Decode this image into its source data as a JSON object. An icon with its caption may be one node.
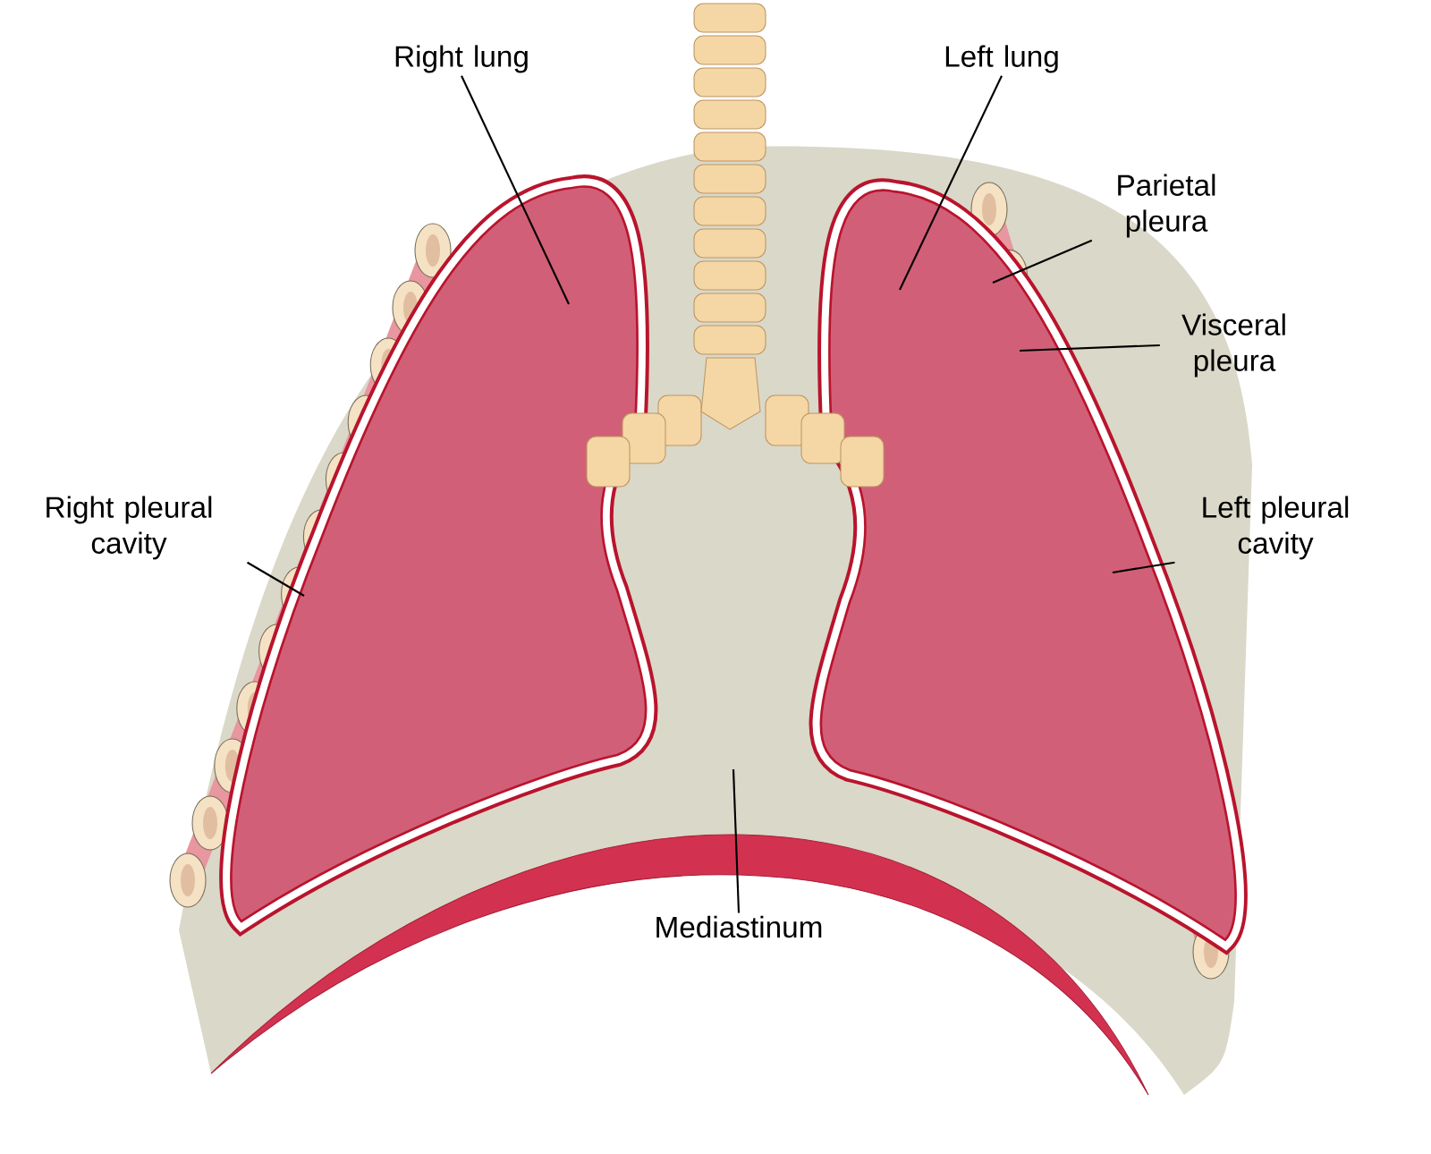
{
  "diagram": {
    "nodes": [
      {
        "text": [
          "Right lung"
        ]
      },
      {
        "text": [
          "Left lung"
        ]
      },
      {
        "text": [
          "Parietal pleura"
        ]
      },
      {
        "text": [
          "Visceral pleura"
        ]
      },
      {
        "text": [
          "Right pleural cavity"
        ]
      },
      {
        "text": [
          "Left pleural cavity"
        ]
      },
      {
        "text": [
          "Mediastinum"
        ]
      }
    ],
    "edges": [
      {
        "from": 0,
        "to": null,
        "arrow": "none"
      },
      {
        "from": 1,
        "to": null,
        "arrow": "none"
      },
      {
        "from": 2,
        "to": null,
        "arrow": "none"
      },
      {
        "from": 3,
        "to": null,
        "arrow": "none"
      },
      {
        "from": 4,
        "to": null,
        "arrow": "none"
      },
      {
        "from": 5,
        "to": null,
        "arrow": "none"
      },
      {
        "from": 6,
        "to": null,
        "arrow": "none"
      }
    ]
  }
}
